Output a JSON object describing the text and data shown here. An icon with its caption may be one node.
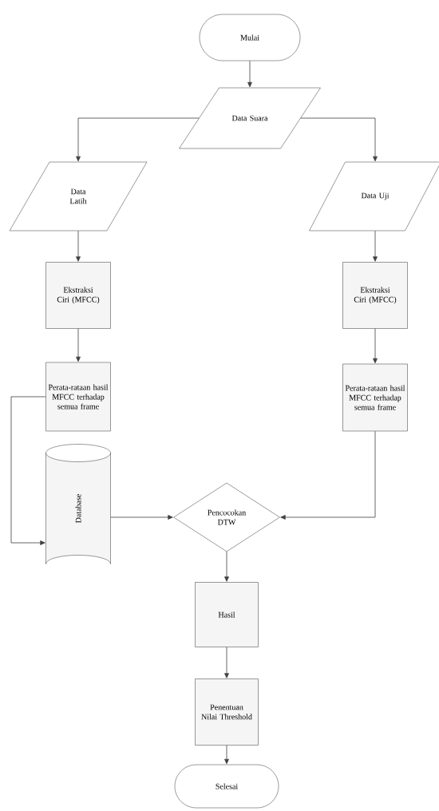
{
  "diagram": {
    "nodes": [
      {
        "text": [
          "Mulai"
        ]
      },
      {
        "text": [
          "Data Suara"
        ]
      },
      {
        "text": [
          "Data Latih"
        ]
      },
      {
        "text": [
          "Data Uji"
        ]
      },
      {
        "text": [
          "Ekstraksi Ciri (MFCC)"
        ]
      },
      {
        "text": [
          "Perata-rataan hasil MFCC terhadap semua frame"
        ]
      },
      {
        "text": [
          "Ekstraksi Ciri (MFCC)"
        ]
      },
      {
        "text": [
          "Perata-rataan hasil MFCC terhadap semua frame"
        ]
      },
      {
        "text": [
          "Database"
        ]
      },
      {
        "text": [
          "Pencocokan DTW"
        ]
      },
      {
        "text": [
          "Hasil"
        ]
      },
      {
        "text": [
          "Penentuan Nilai Threshold"
        ]
      },
      {
        "text": [
          "Selesai"
        ]
      }
    ],
    "edges": [
      {
        "from": 0,
        "to": 1,
        "arrow": "to"
      },
      {
        "from": 1,
        "to": 2,
        "arrow": "to"
      },
      {
        "from": 1,
        "to": 3,
        "arrow": "to"
      },
      {
        "from": 2,
        "to": 4,
        "arrow": "to"
      },
      {
        "from": 4,
        "to": 5,
        "arrow": "to"
      },
      {
        "from": 3,
        "to": 6,
        "arrow": "to"
      },
      {
        "from": 6,
        "to": 7,
        "arrow": "to"
      },
      {
        "from": 5,
        "to": 8,
        "arrow": "to"
      },
      {
        "from": 8,
        "to": 9,
        "arrow": "to"
      },
      {
        "from": 7,
        "to": 9,
        "arrow": "to"
      },
      {
        "from": 9,
        "to": 10,
        "arrow": "to"
      },
      {
        "from": 10,
        "to": 11,
        "arrow": "to"
      },
      {
        "from": 11,
        "to": 12,
        "arrow": "to"
      }
    ]
  }
}
